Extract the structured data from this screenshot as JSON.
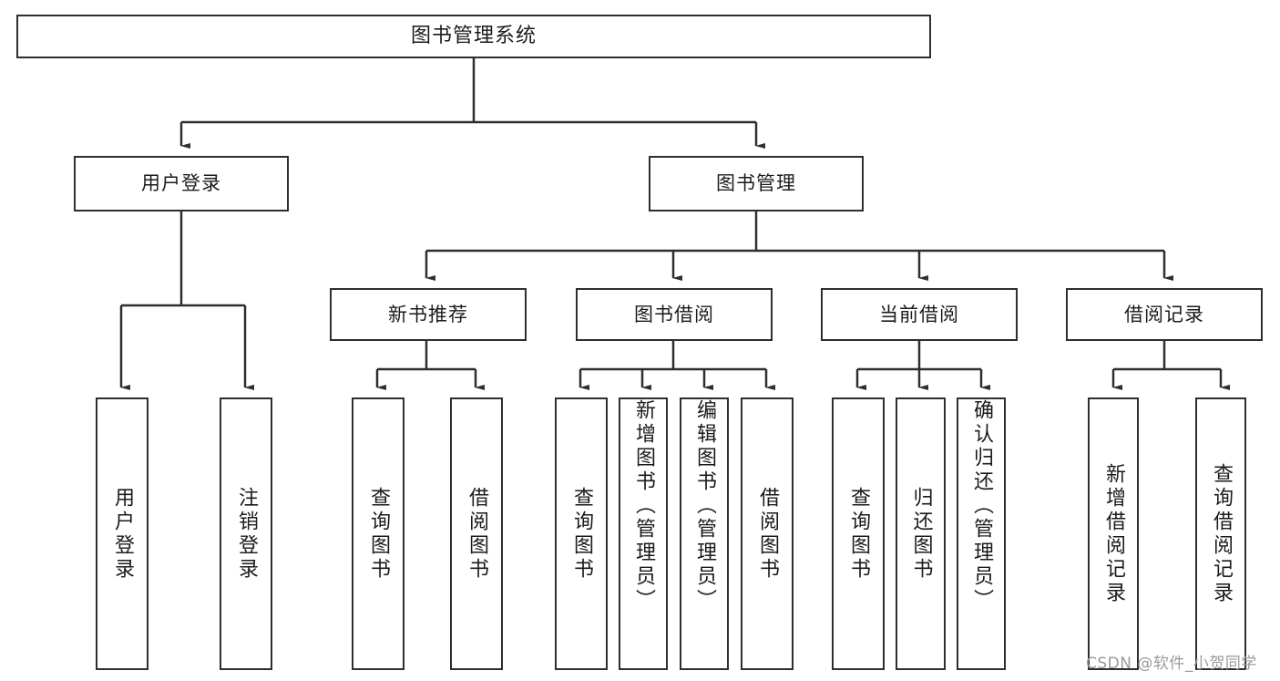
{
  "diagram": {
    "title": "图书管理系统",
    "type": "tree",
    "theme": {
      "stroke": "#2e2e2e",
      "fill": "#ffffff",
      "text": "#1b1b1b",
      "watermark_color": "#9a9a9a"
    },
    "levels": {
      "root": {
        "label": "图书管理系统"
      },
      "level2": [
        {
          "label": "用户登录"
        },
        {
          "label": "图书管理"
        }
      ],
      "level3": [
        {
          "label": "新书推荐"
        },
        {
          "label": "图书借阅"
        },
        {
          "label": "当前借阅"
        },
        {
          "label": "借阅记录"
        }
      ],
      "leaves": {
        "user_login": [
          {
            "label": "用户登录"
          },
          {
            "label": "注销登录"
          }
        ],
        "new_book": [
          {
            "label": "查询图书"
          },
          {
            "label": "借阅图书"
          }
        ],
        "book_borrow": [
          {
            "label": "查询图书"
          },
          {
            "label": "新增图书（管理员）"
          },
          {
            "label": "编辑图书（管理员）"
          },
          {
            "label": "借阅图书"
          }
        ],
        "current_borrow": [
          {
            "label": "查询图书"
          },
          {
            "label": "归还图书"
          },
          {
            "label": "确认归还（管理员）"
          }
        ],
        "borrow_record": [
          {
            "label": "新增借阅记录"
          },
          {
            "label": "查询借阅记录"
          }
        ]
      }
    }
  },
  "watermark": {
    "text": "CSDN @软件_小贺同学"
  }
}
